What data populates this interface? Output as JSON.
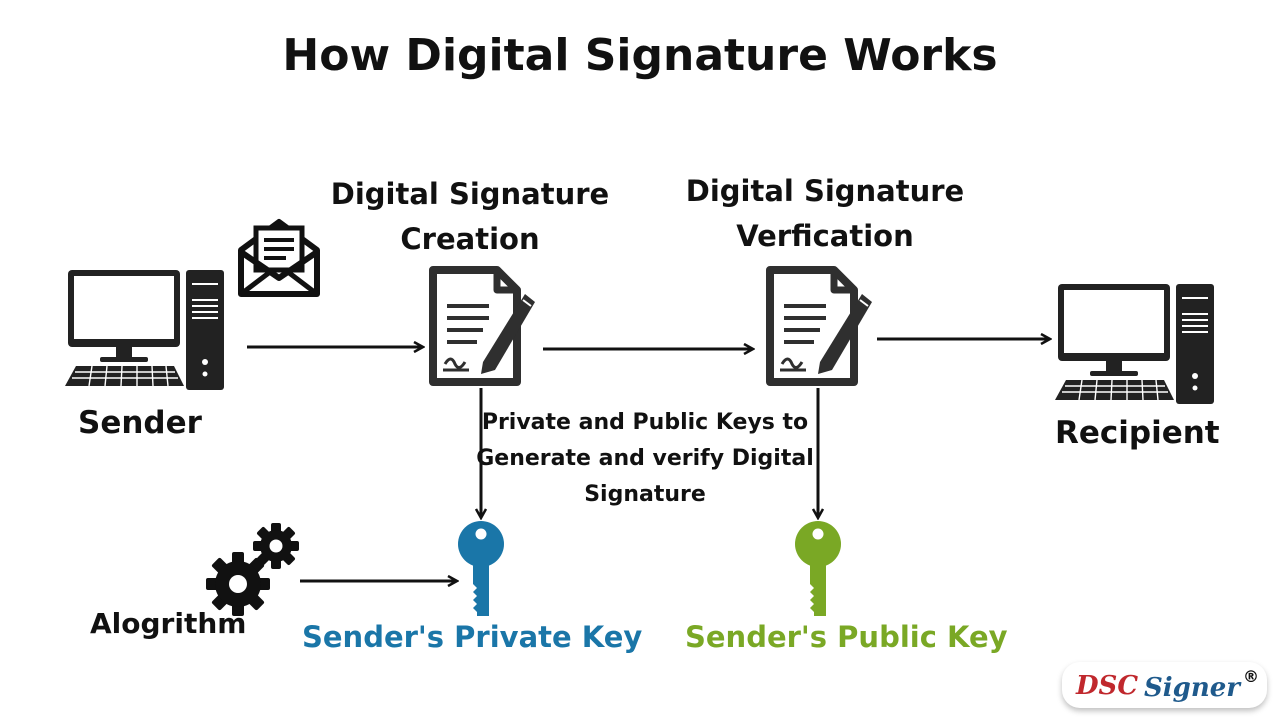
{
  "title": "How Digital Signature Works",
  "stages": {
    "creation": [
      "Digital Signature",
      "Creation"
    ],
    "verification": [
      "Digital Signature",
      "Verfication"
    ]
  },
  "actors": {
    "sender": "Sender",
    "recipient": "Recipient"
  },
  "algorithm_label": "Alogrithm",
  "keys_note": "Private and  Public Keys to Generate and verify Digital Signature",
  "keys": {
    "private": "Sender's Private Key",
    "public": "Sender's Public Key"
  },
  "logo": {
    "text": "DSC Signer",
    "mark": "®"
  },
  "colors": {
    "private_key": "#1a76a8",
    "public_key": "#7aa825",
    "icon": "#2f2f2f",
    "logo_dsc": "#c0282d",
    "logo_signer": "#1f5a8c"
  },
  "icons": [
    "computer-icon",
    "envelope-icon",
    "document-signature-icon",
    "key-icon",
    "gears-icon"
  ]
}
